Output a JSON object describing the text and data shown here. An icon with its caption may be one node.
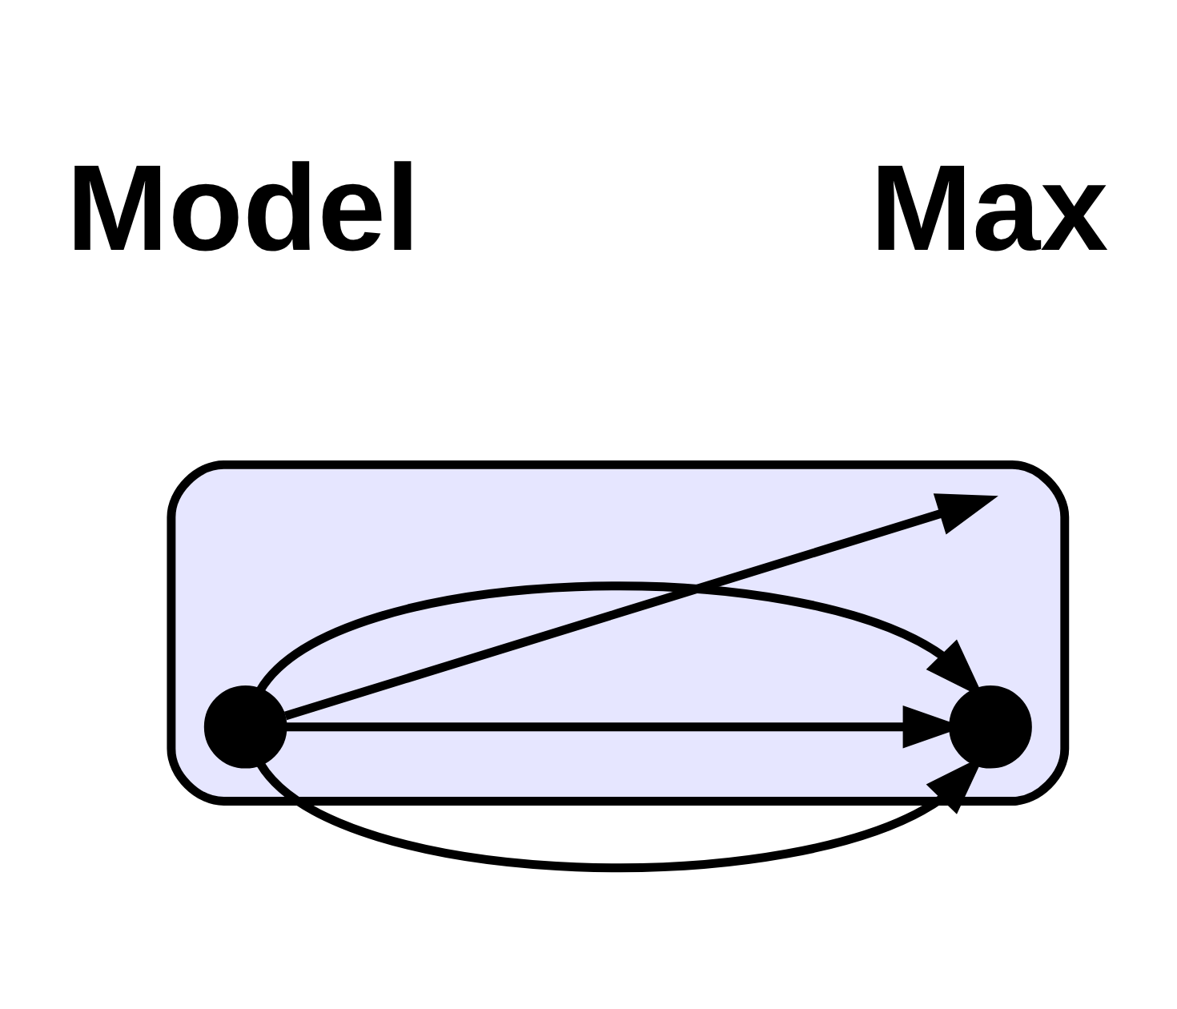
{
  "diagram": {
    "nodes": [
      {
        "text": [],
        "shape": "blob"
      },
      {
        "text": [],
        "shape": "circle",
        "in": 0
      },
      {
        "text": [],
        "shape": "circle",
        "in": 0
      }
    ],
    "edges": [
      {
        "from": 1,
        "to": 2,
        "arrow": "to"
      },
      {
        "from": 1,
        "to": 2,
        "arrow": "to"
      },
      {
        "from": 1,
        "to": 2,
        "arrow": "to"
      },
      {
        "from": 1,
        "to": null,
        "arrow": "to"
      }
    ],
    "labels": [
      "Model",
      "Max"
    ]
  }
}
